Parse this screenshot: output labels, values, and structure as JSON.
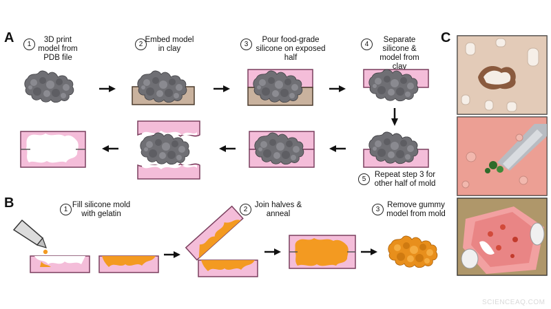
{
  "panels": {
    "a": "A",
    "b": "B",
    "c": "C"
  },
  "steps_a": [
    {
      "num": "1",
      "text": "3D print model from PDB file"
    },
    {
      "num": "2",
      "text": "Embed model in clay"
    },
    {
      "num": "3",
      "text": "Pour food-grade silicone on exposed half"
    },
    {
      "num": "4",
      "text": "Separate silicone & model from clay"
    },
    {
      "num": "5",
      "text": "Repeat step 3 for other half of mold"
    }
  ],
  "steps_b": [
    {
      "num": "1",
      "text": "Fill silicone mold with gelatin"
    },
    {
      "num": "2",
      "text": "Join halves & anneal"
    },
    {
      "num": "3",
      "text": "Remove gummy model from mold"
    }
  ],
  "watermark": "SCIENCEAQ.COM",
  "icons": [
    "arrow-right-icon",
    "arrow-left-icon",
    "arrow-down-icon",
    "pipette-icon"
  ],
  "colors": {
    "silicone": "#f4bdd9",
    "silicone_edge": "#7a3f5e",
    "clay": "#c9b29e",
    "model": "#707075",
    "gelatin": "#f39a21",
    "arrow": "#111111"
  }
}
